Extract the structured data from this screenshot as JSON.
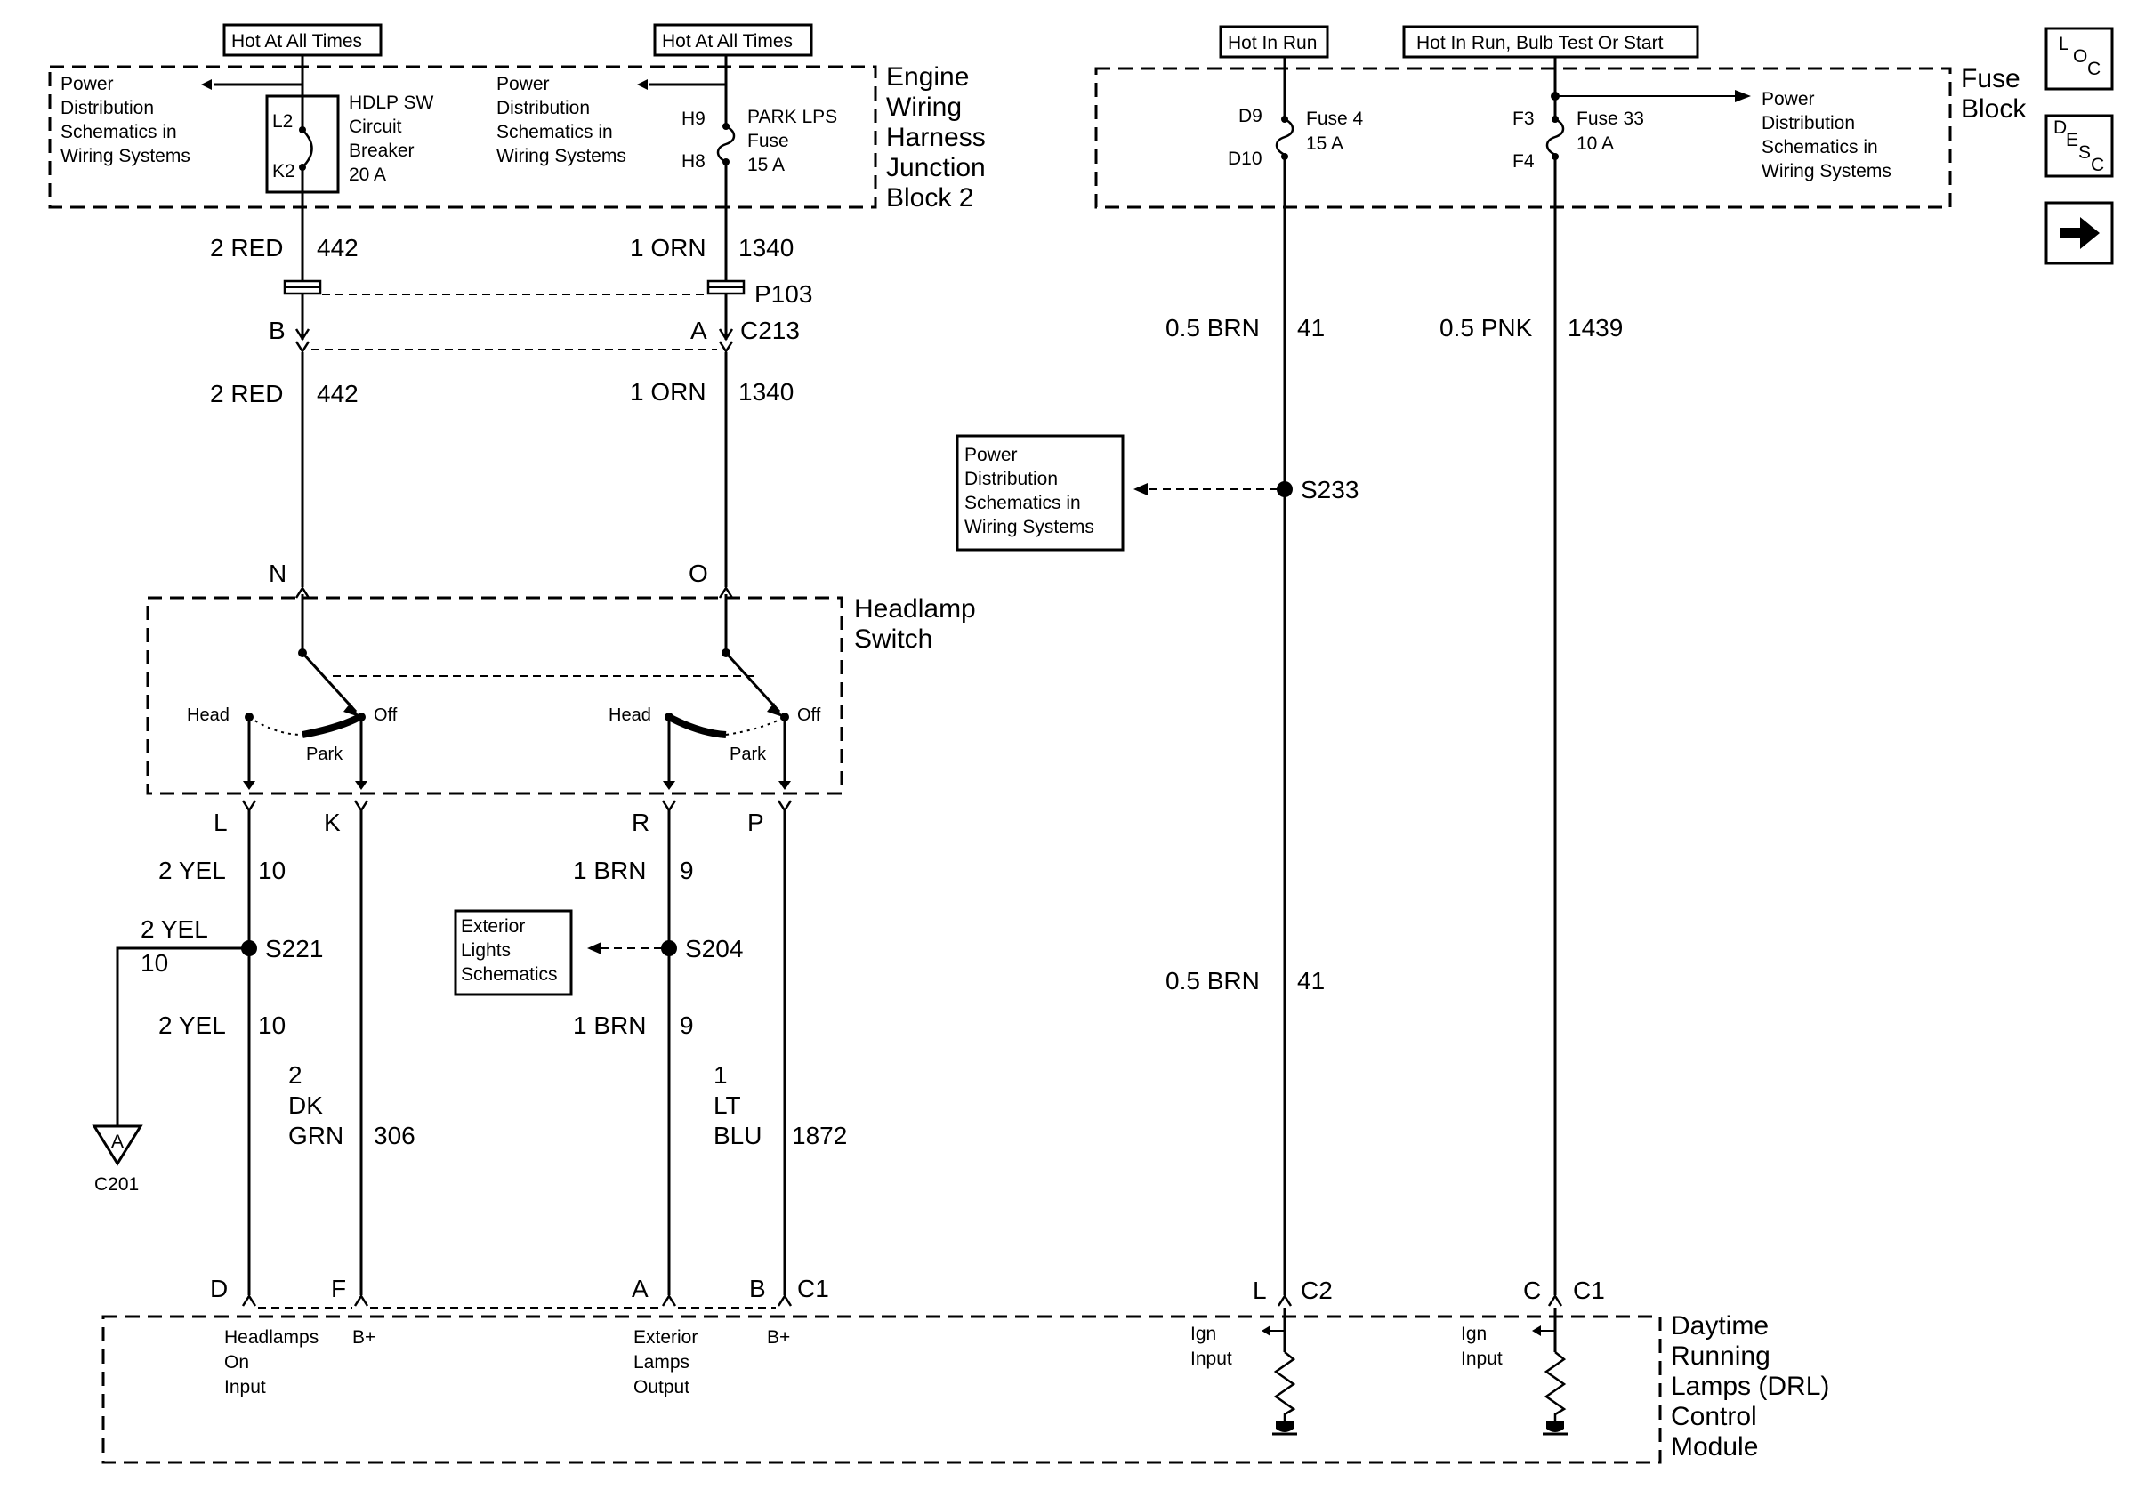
{
  "sources": {
    "hot_left": "Hot At All Times",
    "hot_mid": "Hot At All Times",
    "hot_run": "Hot In Run",
    "hot_bulb": "Hot In Run, Bulb Test Or Start"
  },
  "ewhjb": {
    "title": [
      "Engine",
      "Wiring",
      "Harness",
      "Junction",
      "Block 2"
    ],
    "pd_left": [
      "Power",
      "Distribution",
      "Schematics in",
      "Wiring Systems"
    ],
    "pd_mid": [
      "Power",
      "Distribution",
      "Schematics in",
      "Wiring Systems"
    ],
    "l2": "L2",
    "k2": "K2",
    "breaker": [
      "HDLP SW",
      "Circuit",
      "Breaker",
      "20 A"
    ],
    "h9": "H9",
    "h8": "H8",
    "park_fuse": [
      "PARK LPS",
      "Fuse",
      "15 A"
    ]
  },
  "fuse_block": {
    "title": [
      "Fuse",
      "Block"
    ],
    "d9": "D9",
    "d10": "D10",
    "fuse4": [
      "Fuse 4",
      "15 A"
    ],
    "f3": "F3",
    "f4": "F4",
    "fuse33": [
      "Fuse 33",
      "10 A"
    ],
    "pd": [
      "Power",
      "Distribution",
      "Schematics in",
      "Wiring Systems"
    ]
  },
  "nav": {
    "loc": [
      "L",
      "O",
      "C"
    ],
    "desc": [
      "D",
      "E",
      "S",
      "C"
    ]
  },
  "wires_top": {
    "red_size": "2 RED",
    "red_circuit": "442",
    "orn_size": "1 ORN",
    "orn_circuit": "1340",
    "p103": "P103",
    "c213": "C213",
    "pin_b": "B",
    "pin_a": "A",
    "red_size2": "2 RED",
    "red_circuit2": "442",
    "orn_size2": "1 ORN",
    "orn_circuit2": "1340"
  },
  "wires_right": {
    "brn_size": "0.5 BRN",
    "brn_circuit": "41",
    "pnk_size": "0.5 PNK",
    "pnk_circuit": "1439",
    "s233": "S233",
    "pd_box": [
      "Power",
      "Distribution",
      "Schematics in",
      "Wiring Systems"
    ],
    "brn_size2": "0.5 BRN",
    "brn_circuit2": "41"
  },
  "headlamp_switch": {
    "title": [
      "Headlamp",
      "Switch"
    ],
    "pin_n": "N",
    "pin_o": "O",
    "head": "Head",
    "off": "Off",
    "park": "Park",
    "pin_l": "L",
    "pin_k": "K",
    "pin_r": "R",
    "pin_p": "P"
  },
  "wires_mid": {
    "yel_size": "2 YEL",
    "yel_circuit": "10",
    "brn_size": "1 BRN",
    "brn_circuit": "9",
    "s221": "S221",
    "s204": "S204",
    "yel_branch_size": "2 YEL",
    "yel_branch_circuit": "10",
    "yel_size2": "2 YEL",
    "yel_circuit2": "10",
    "brn_size2": "1 BRN",
    "brn_circuit2": "9",
    "grn_size": [
      "2",
      "DK",
      "GRN"
    ],
    "grn_circuit": "306",
    "blu_size": [
      "1",
      "LT",
      "BLU"
    ],
    "blu_circuit": "1872",
    "ground_label": "A",
    "c201": "C201",
    "ext_lights": [
      "Exterior",
      "Lights",
      "Schematics"
    ]
  },
  "drl": {
    "title": [
      "Daytime",
      "Running",
      "Lamps (DRL)",
      "Control",
      "Module"
    ],
    "pin_d": "D",
    "pin_f": "F",
    "pin_a": "A",
    "pin_b": "B",
    "c1": "C1",
    "pin_l": "L",
    "c2": "C2",
    "pin_c": "C",
    "c1b": "C1",
    "headlamps_on": [
      "Headlamps",
      "On",
      "Input"
    ],
    "bplus1": "B+",
    "ext_out": [
      "Exterior",
      "Lamps",
      "Output"
    ],
    "bplus2": "B+",
    "ign1": [
      "Ign",
      "Input"
    ],
    "ign2": [
      "Ign",
      "Input"
    ]
  }
}
